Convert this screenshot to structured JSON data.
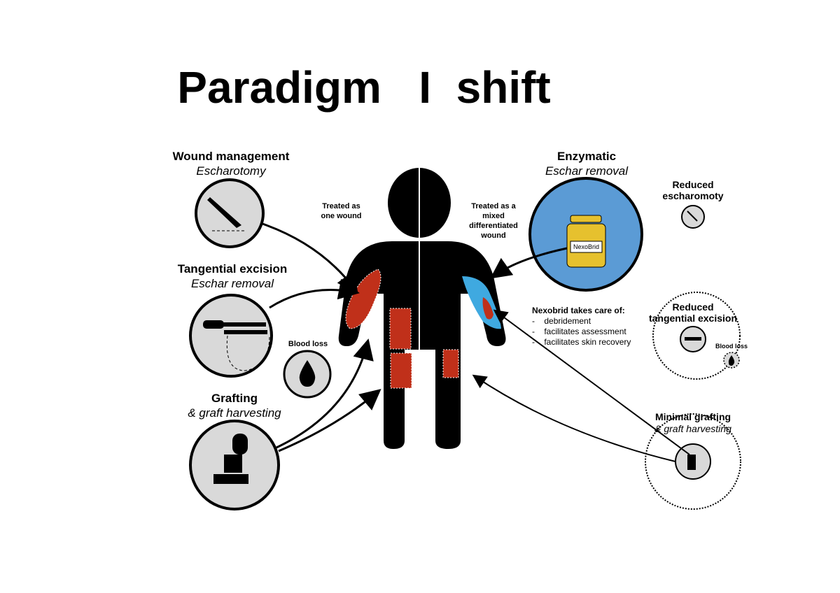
{
  "title": "Paradigm   I  shift",
  "left": {
    "wound": {
      "title": "Wound management",
      "subtitle": "Escharotomy"
    },
    "tangential": {
      "title": "Tangential excision",
      "subtitle": "Eschar removal"
    },
    "blood_loss": "Blood loss",
    "grafting": {
      "title": "Grafting",
      "subtitle": "& graft harvesting"
    },
    "treated_note": [
      "Treated as",
      "one wound"
    ]
  },
  "right": {
    "enzymatic": {
      "title": "Enzymatic",
      "subtitle": "Eschar removal"
    },
    "jar_label": "NexoBrid",
    "treated_note": [
      "Treated as a",
      "mixed",
      "differentiated",
      "wound"
    ],
    "nexobrid_heading": "Nexobrid takes care of:",
    "nexobrid_items": [
      "debridement",
      "facilitates assessment",
      "facilitates skin recovery"
    ],
    "reduced_escharotomy": [
      "Reduced",
      "escharomoty"
    ],
    "reduced_tangential": [
      "Reduced",
      "tangential excision"
    ],
    "blood_loss": "Blood loss",
    "minimal_grafting": {
      "title": "Minimal grafting",
      "subtitle": "& graft harvesting"
    }
  },
  "colors": {
    "circle_fill": "#d9d9d9",
    "enzymatic_fill": "#5b9bd5",
    "burn_red": "#c0301a",
    "burn_blue": "#3fa9e0",
    "jar_yellow": "#e6c12e"
  }
}
